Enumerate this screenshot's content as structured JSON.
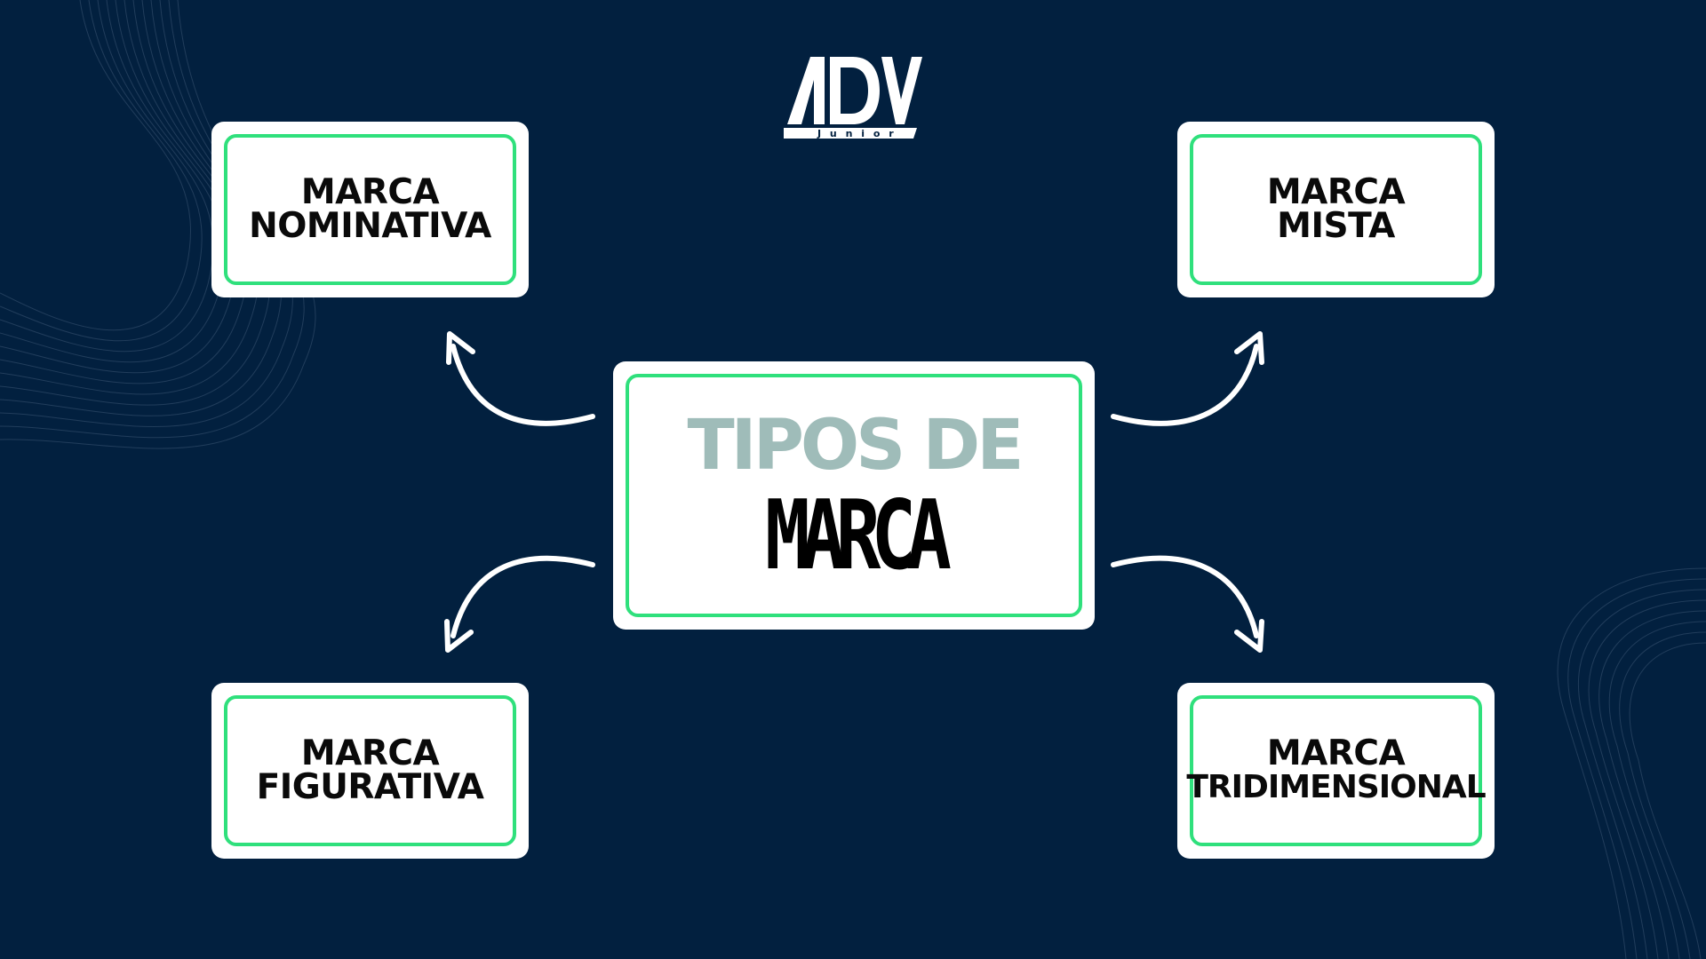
{
  "logo": {
    "mark": "ADV",
    "subtitle": "Junior"
  },
  "center": {
    "line1": "TIPOS DE",
    "line2": "MARCA"
  },
  "nodes": {
    "top_left": {
      "line1": "MARCA",
      "line2": "NOMINATIVA"
    },
    "top_right": {
      "line1": "MARCA",
      "line2": "MISTA"
    },
    "bottom_left": {
      "line1": "MARCA",
      "line2": "FIGURATIVA"
    },
    "bottom_right": {
      "line1": "MARCA",
      "line2": "TRIDIMENSIONAL"
    }
  },
  "colors": {
    "background": "#02203f",
    "box": "#ffffff",
    "border": "#2fe07c",
    "center_top_text": "#9fbcb9",
    "text": "#0a0a0a",
    "arrow": "#ffffff"
  }
}
